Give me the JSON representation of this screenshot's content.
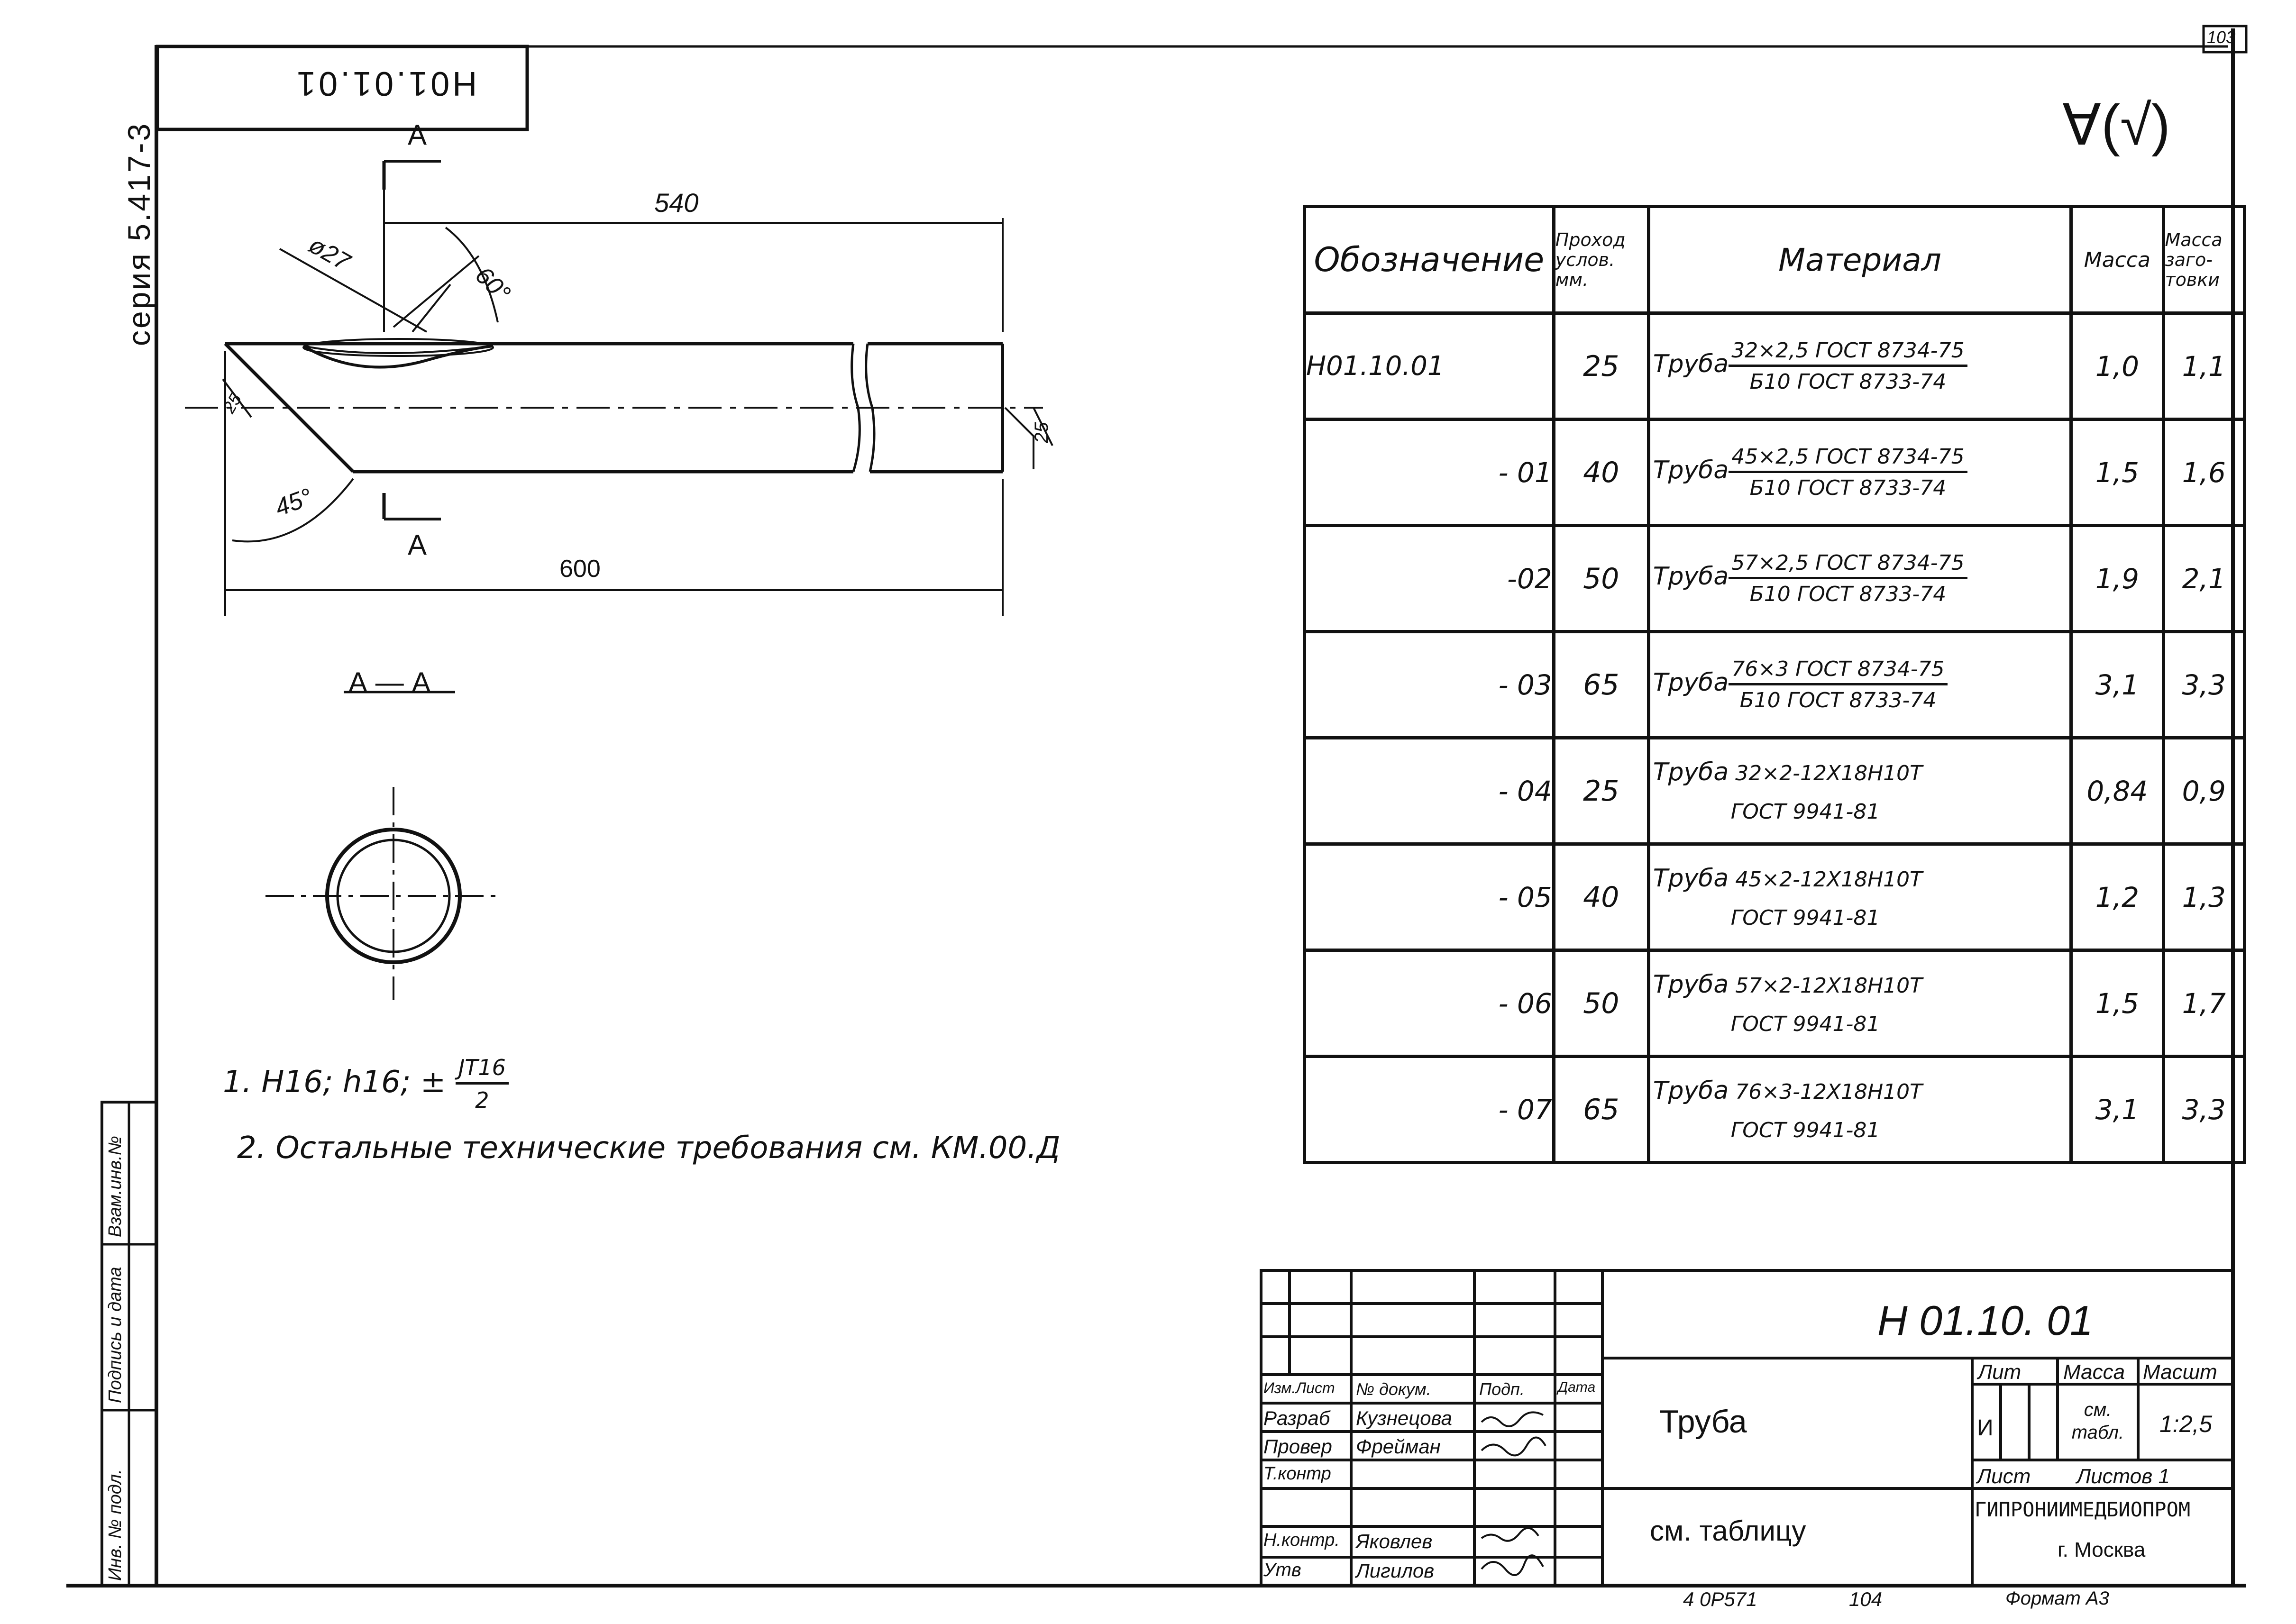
{
  "sheet_number": "103",
  "stamp_code": "Н01.01.01",
  "series": "серия 5.417-3",
  "roughness": "∀(√)",
  "drawing": {
    "section_mark": "А",
    "section_title": "А — А",
    "dim_540": "540",
    "dim_600": "600",
    "dim_d27": "ø27",
    "dim_60": "60°",
    "dim_45": "45°",
    "dim_25": "25",
    "dim_r25": "25"
  },
  "notes": [
    "1. H16; h16; ±",
    "2. Остальные технические требования см. КМ.00.Д"
  ],
  "note_frac_top": "JT16",
  "note_frac_bot": "2",
  "table": {
    "headers": {
      "designation": "Обозначение",
      "passage": "Проход услов. мм.",
      "material": "Материал",
      "mass": "Масса",
      "blank_mass": "Масса заго- товки"
    },
    "rows": [
      {
        "designation": "Н01.10.01",
        "dn": "25",
        "prefix": "Труба",
        "top": "32×2,5 ГОСТ 8734-75",
        "bottom": "Б10 ГОСТ 8733-74",
        "mass": "1,0",
        "blank": "1,1"
      },
      {
        "designation": "- 01",
        "dn": "40",
        "prefix": "Труба",
        "top": "45×2,5 ГОСТ 8734-75",
        "bottom": "Б10 ГОСТ 8733-74",
        "mass": "1,5",
        "blank": "1,6"
      },
      {
        "designation": "-02",
        "dn": "50",
        "prefix": "Труба",
        "top": "57×2,5 ГОСТ 8734-75",
        "bottom": "Б10 ГОСТ 8733-74",
        "mass": "1,9",
        "blank": "2,1"
      },
      {
        "designation": "- 03",
        "dn": "65",
        "prefix": "Труба",
        "top": "76×3 ГОСТ 8734-75",
        "bottom": "Б10 ГОСТ 8733-74",
        "mass": "3,1",
        "blank": "3,3"
      },
      {
        "designation": "- 04",
        "dn": "25",
        "prefix": "Труба",
        "top": "32×2-12Х18Н10Т",
        "bottom": "ГОСТ 9941-81",
        "mass": "0,84",
        "blank": "0,9"
      },
      {
        "designation": "- 05",
        "dn": "40",
        "prefix": "Труба",
        "top": "45×2-12Х18Н10Т",
        "bottom": "ГОСТ 9941-81",
        "mass": "1,2",
        "blank": "1,3"
      },
      {
        "designation": "- 06",
        "dn": "50",
        "prefix": "Труба",
        "top": "57×2-12Х18Н10Т",
        "bottom": "ГОСТ 9941-81",
        "mass": "1,5",
        "blank": "1,7"
      },
      {
        "designation": "- 07",
        "dn": "65",
        "prefix": "Труба",
        "top": "76×3-12Х18Н10Т",
        "bottom": "ГОСТ 9941-81",
        "mass": "3,1",
        "blank": "3,3"
      }
    ]
  },
  "title_block": {
    "doc_number": "Н 01.10. 01",
    "name": "Труба",
    "material": "см. таблицу",
    "lit_label": "Лит",
    "mass_label": "Масса",
    "scale_label": "Масшт",
    "lit_value": "И",
    "mass_value": "см. табл.",
    "scale_value": "1:2,5",
    "sheet_label": "Лист",
    "sheets_label": "Листов 1",
    "org_name": "ГИПРОНИИМЕДБИОПРОМ",
    "org_city": "г. Москва",
    "col_headers": [
      "Изм.Лист",
      "№ докум.",
      "Подп.",
      "Дата"
    ],
    "roles": [
      {
        "role": "Разраб",
        "name": "Кузнецова"
      },
      {
        "role": "Провер",
        "name": "Фрейман"
      },
      {
        "role": "Т.контр",
        "name": ""
      },
      {
        "role": "",
        "name": ""
      },
      {
        "role": "Н.контр.",
        "name": "Яковлев"
      },
      {
        "role": "Утв",
        "name": "Лигилов"
      }
    ]
  },
  "side_strip": [
    "Инв. № подл.",
    "Подпись и дата",
    "Взам.инв.№"
  ],
  "bottom_line": {
    "code": "4 0Р571",
    "page": "104",
    "format": "Формат А3"
  }
}
